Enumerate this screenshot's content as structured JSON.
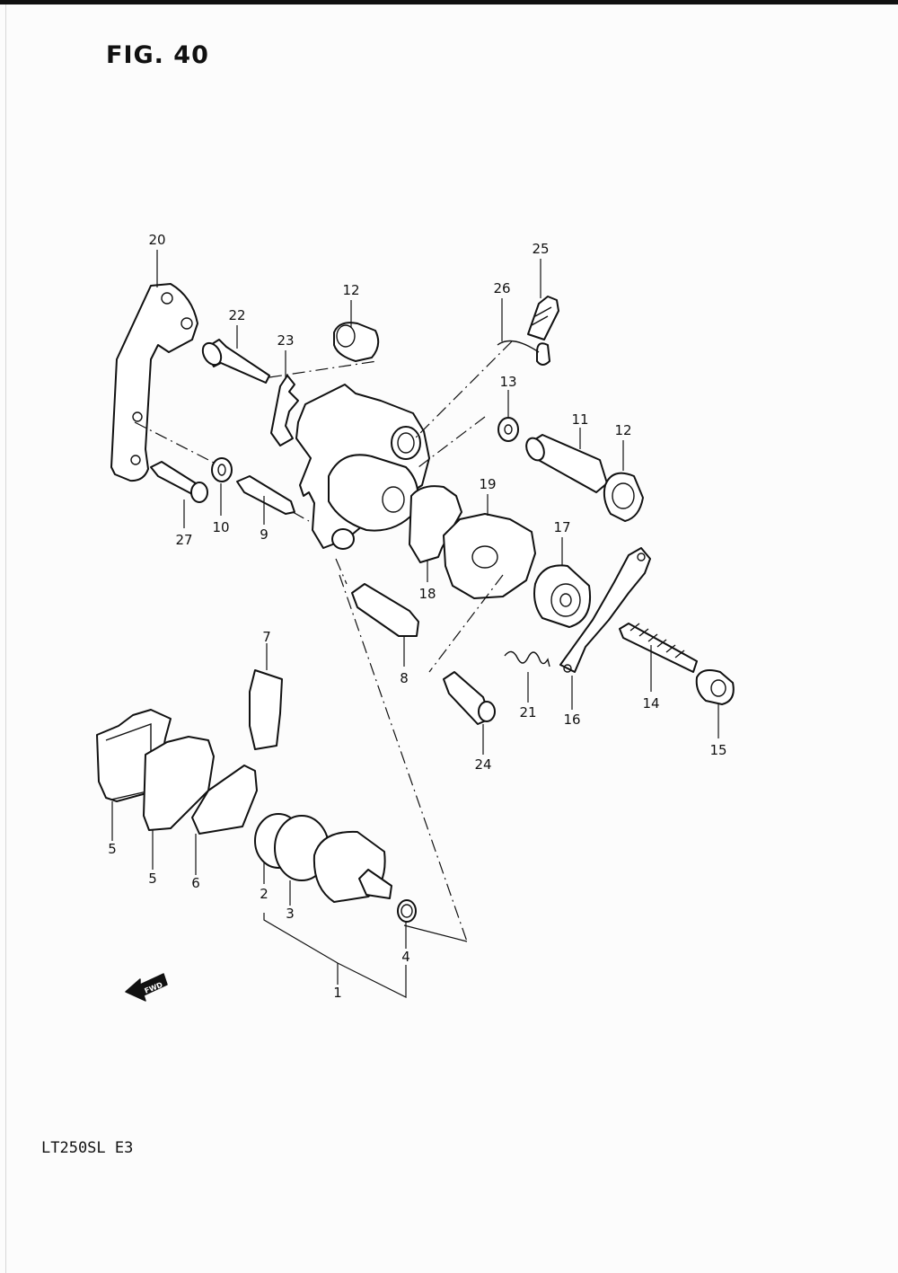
{
  "figure": {
    "title": "FIG. 40",
    "model": "LT250SL  E3"
  },
  "fwd_arrow": {
    "label": "FWD"
  },
  "callouts": [
    "1",
    "2",
    "3",
    "4",
    "5",
    "5",
    "6",
    "7",
    "8",
    "9",
    "10",
    "11",
    "12",
    "12",
    "13",
    "14",
    "15",
    "16",
    "17",
    "18",
    "19",
    "20",
    "21",
    "22",
    "23",
    "24",
    "25",
    "26",
    "27"
  ]
}
